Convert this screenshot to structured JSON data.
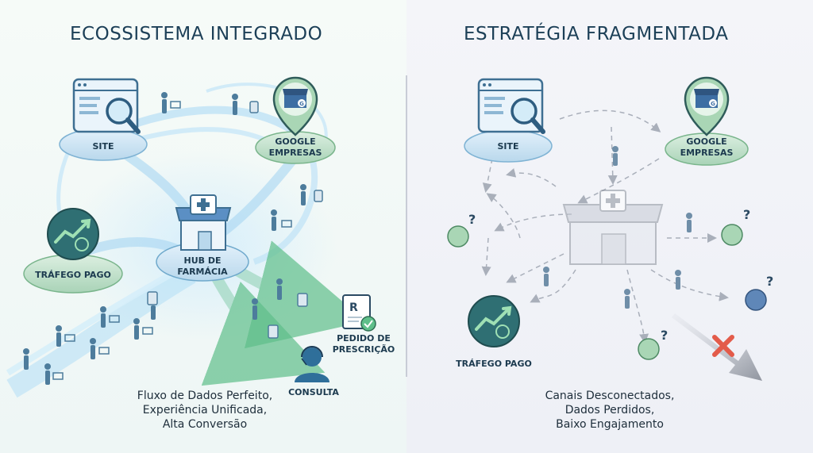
{
  "left": {
    "title": "ECOSSISTEMA INTEGRADO",
    "nodes": {
      "site": "SITE",
      "google_line1": "GOOGLE",
      "google_line2": "EMPRESAS",
      "paid": "TRÁFEGO PAGO",
      "hub_line1": "HUB DE",
      "hub_line2": "FARMÁCIA",
      "prescription_line1": "PEDIDO DE",
      "prescription_line2": "PRESCRIÇÃO",
      "consult": "CONSULTA",
      "rx_symbol": "R"
    },
    "caption": [
      "Fluxo de Dados Perfeito,",
      "Experiência Unificada,",
      "Alta Conversão"
    ]
  },
  "right": {
    "title": "ESTRATÉGIA FRAGMENTADA",
    "nodes": {
      "site": "SITE",
      "google_line1": "GOOGLE",
      "google_line2": "EMPRESAS",
      "paid": "TRÁFEGO PAGO",
      "question": "?",
      "badge": "G"
    },
    "caption": [
      "Canais Desconectados,",
      "Dados Perdidos,",
      "Baixo Engajamento"
    ]
  },
  "colors": {
    "navy": "#1c3f57",
    "teal": "#2f6f73",
    "green_accent": "#5fbf8a",
    "blue_flow": "#8cc8ec",
    "red_x": "#e35b4a",
    "gray_dashed": "#a9afba"
  }
}
